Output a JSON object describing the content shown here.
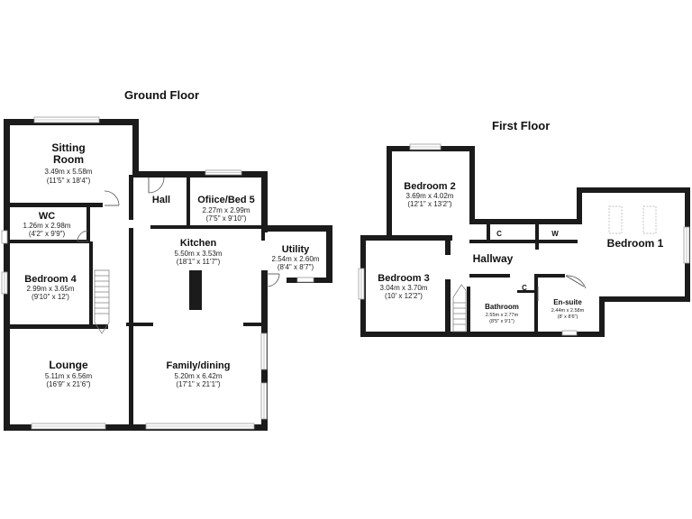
{
  "ground_floor": {
    "title": "Ground Floor",
    "rooms": {
      "sitting_room": {
        "name_line1": "Sitting",
        "name_line2": "Room",
        "dim_m": "3.49m x 5.58m",
        "dim_ft": "(11'5\" x 18'4\")"
      },
      "hall": {
        "name": "Hall"
      },
      "office": {
        "name": "Ofiice/Bed 5",
        "dim_m": "2.27m x 2.99m",
        "dim_ft": "(7'5\" x 9'10\")"
      },
      "wc": {
        "name": "WC",
        "dim_m": "1.26m x 2.98m",
        "dim_ft": "(4'2\" x 9'9\")"
      },
      "kitchen": {
        "name": "Kitchen",
        "dim_m": "5.50m x 3.53m",
        "dim_ft": "(18'1\" x 11'7\")"
      },
      "utility": {
        "name": "Utility",
        "dim_m": "2.54m x 2.60m",
        "dim_ft": "(8'4\" x 8'7\")"
      },
      "bedroom4": {
        "name": "Bedroom 4",
        "dim_m": "2.99m x 3.65m",
        "dim_ft": "(9'10\" x 12')"
      },
      "lounge": {
        "name": "Lounge",
        "dim_m": "5.11m x 6.56m",
        "dim_ft": "(16'9\" x 21'6\")"
      },
      "family_dining": {
        "name": "Family/dining",
        "dim_m": "5.20m x 6.42m",
        "dim_ft": "(17'1\" x 21'1\")"
      }
    }
  },
  "first_floor": {
    "title": "First Floor",
    "rooms": {
      "bedroom2": {
        "name": "Bedroom 2",
        "dim_m": "3.69m x 4.02m",
        "dim_ft": "(12'1\" x 13'2\")"
      },
      "bedroom1": {
        "name": "Bedroom 1"
      },
      "hallway": {
        "name": "Hallway"
      },
      "bedroom3": {
        "name": "Bedroom 3",
        "dim_m": "3.04m x 3.70m",
        "dim_ft": "(10' x 12'2\")"
      },
      "bathroom": {
        "name": "Bathroom",
        "dim_m": "2.55m x 2.77m",
        "dim_ft": "(8'5\" x 9'1\")"
      },
      "ensuite": {
        "name": "En-suite",
        "dim_m": "2.44m x 2.58m",
        "dim_ft": "(8' x 8'6\")"
      }
    },
    "cupboards": {
      "c1": "C",
      "w": "W",
      "c2": "C"
    }
  }
}
